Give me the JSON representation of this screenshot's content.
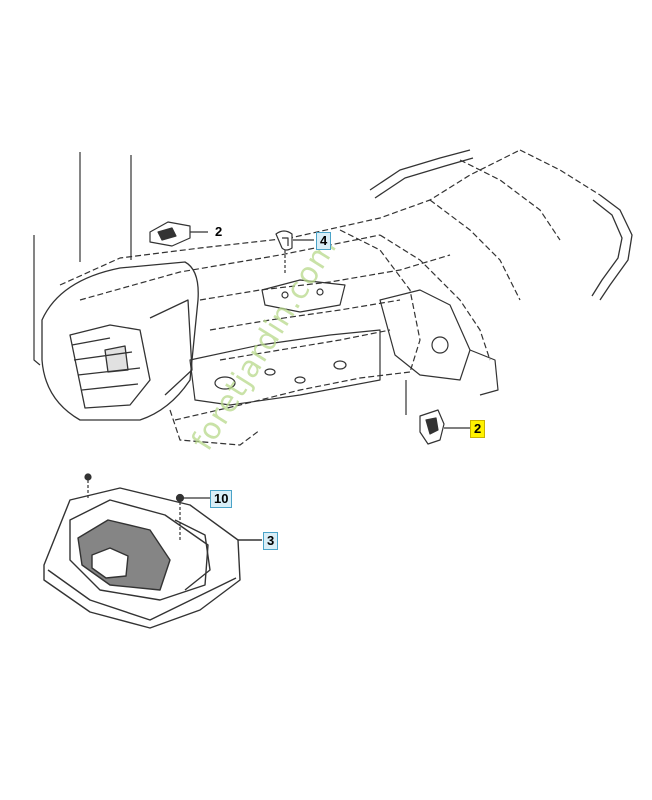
{
  "callouts": [
    {
      "id": "c2-top",
      "label": "2",
      "style": "plain"
    },
    {
      "id": "c4",
      "label": "4",
      "style": "boxed"
    },
    {
      "id": "c2-right",
      "label": "2",
      "style": "highlight"
    },
    {
      "id": "c10",
      "label": "10",
      "style": "boxed"
    },
    {
      "id": "c3",
      "label": "3",
      "style": "boxed"
    }
  ],
  "watermark": "foretjardin.com",
  "colors": {
    "line": "#333333",
    "callout_box": "#d9eef7",
    "callout_border": "#4aa3c8",
    "highlight": "#fff200",
    "watermark": "#b7d98a"
  }
}
